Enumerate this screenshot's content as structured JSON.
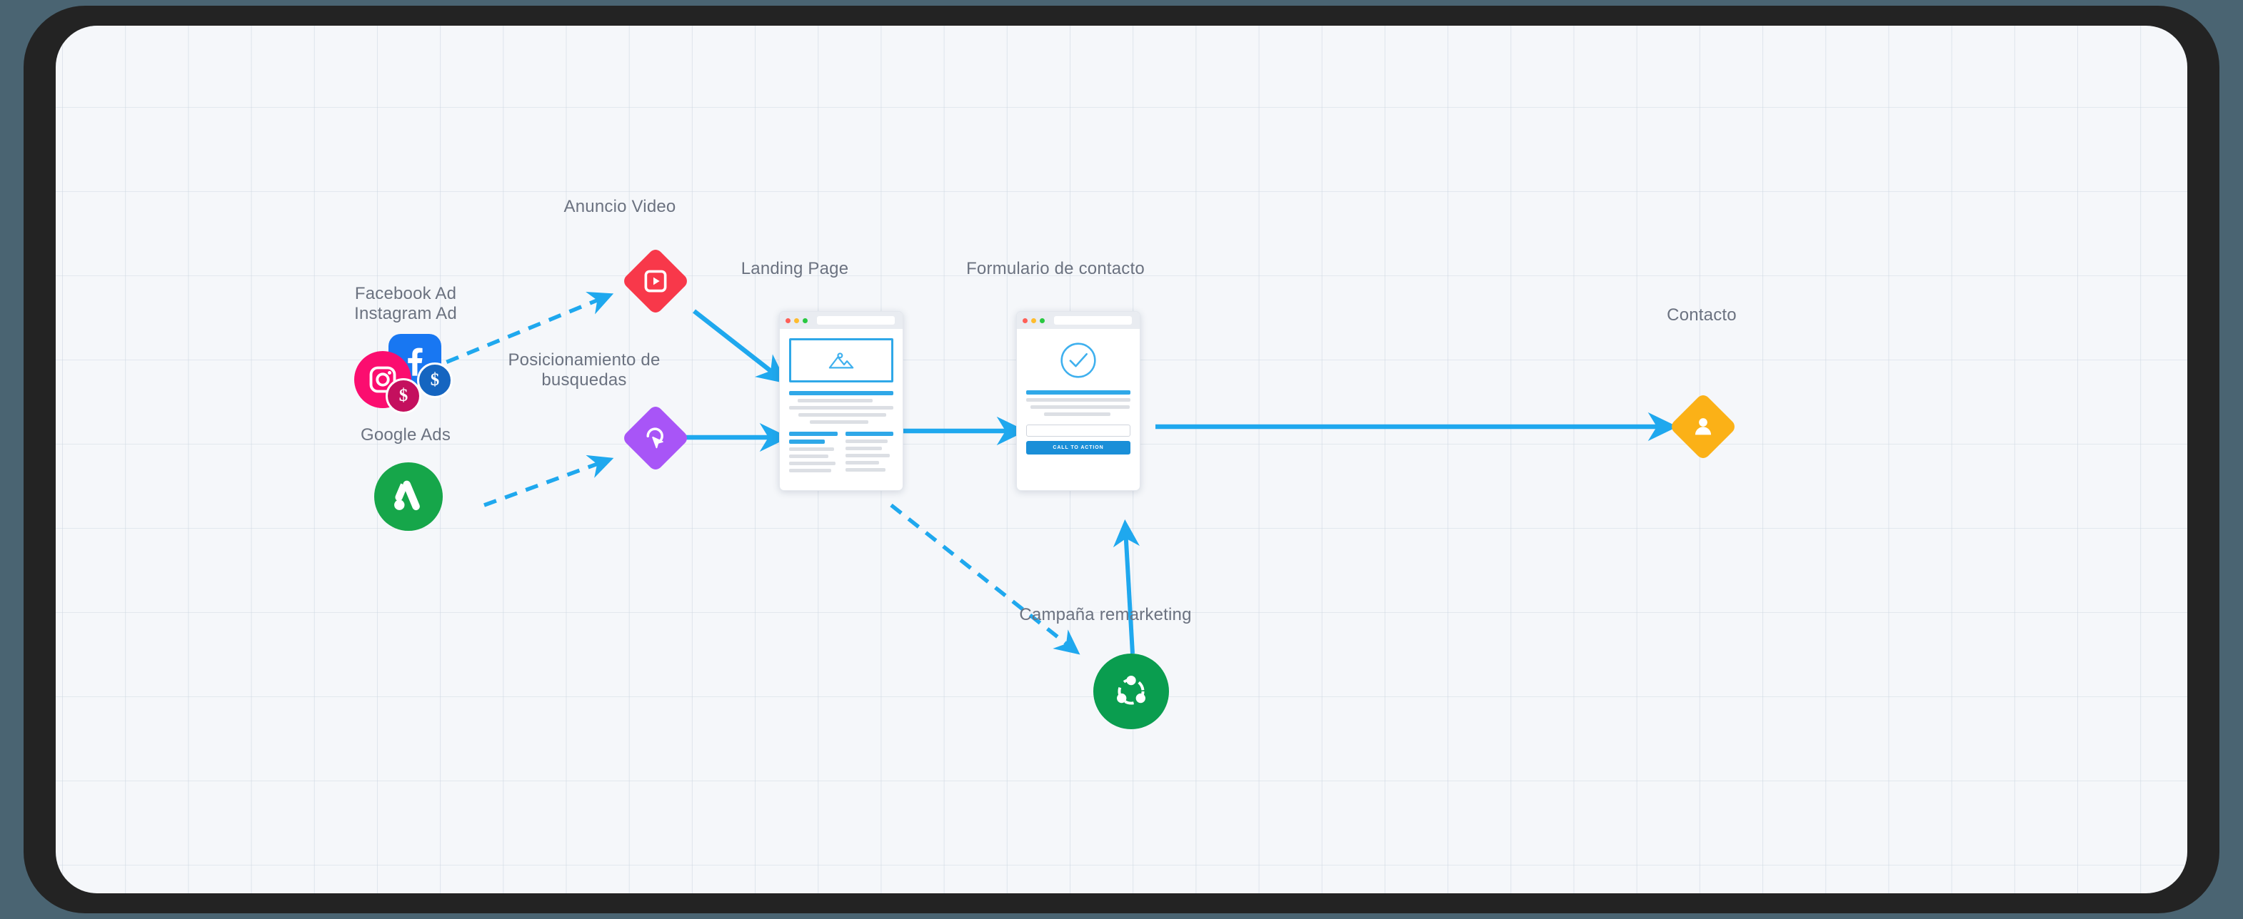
{
  "canvas": {
    "background_color": "#f5f7fa",
    "frame_color": "#232323",
    "outer_color": "#4a6472",
    "grid": true,
    "accent_color": "#1fa8ee"
  },
  "diagram": {
    "type": "flow-diagram",
    "title": "",
    "nodes": [
      {
        "id": "facebook-instagram-ad",
        "label": "Facebook Ad\nInstagram Ad",
        "label_line1": "Facebook Ad",
        "label_line2": "Instagram Ad",
        "icon": "facebook-instagram-paid-ads-icon",
        "colors": {
          "facebook": "#1877f2",
          "facebook_badge": "#1565c0",
          "instagram": "#fb0d6f",
          "instagram_badge": "#c4105e"
        }
      },
      {
        "id": "google-ads",
        "label": "Google Ads",
        "icon": "google-ads-icon",
        "colors": {
          "primary": "#16a64a"
        }
      },
      {
        "id": "anuncio-video",
        "label": "Anuncio Video",
        "icon": "video-play-icon",
        "colors": {
          "primary": "#f8384a"
        }
      },
      {
        "id": "posicionamiento-busquedas",
        "label": "Posicionamiento de busquedas",
        "label_line1": "Posicionamiento de",
        "label_line2": "busquedas",
        "icon": "cursor-click-icon",
        "colors": {
          "primary": "#a855f7"
        }
      },
      {
        "id": "landing-page",
        "label": "Landing Page",
        "icon": "browser-window-icon",
        "browser": {
          "cta_label": "",
          "dots": [
            "#ff5f57",
            "#febc2e",
            "#28c840"
          ]
        }
      },
      {
        "id": "formulario-contacto",
        "label": "Formulario de contacto",
        "icon": "browser-window-check-icon",
        "browser": {
          "cta_label": "CALL TO ACTION",
          "dots": [
            "#ff5f57",
            "#febc2e",
            "#28c840"
          ]
        }
      },
      {
        "id": "campana-remarketing",
        "label": "Campaña remarketing",
        "icon": "network-share-icon",
        "colors": {
          "primary": "#0a9d4f"
        }
      },
      {
        "id": "contacto",
        "label": "Contacto",
        "icon": "user-person-icon",
        "colors": {
          "primary": "#fbb117"
        }
      }
    ],
    "edges": [
      {
        "from": "facebook-instagram-ad",
        "to": "anuncio-video",
        "style": "dashed",
        "arrow": true
      },
      {
        "from": "google-ads",
        "to": "posicionamiento-busquedas",
        "style": "dashed",
        "arrow": true
      },
      {
        "from": "anuncio-video",
        "to": "landing-page",
        "style": "solid",
        "arrow": true
      },
      {
        "from": "posicionamiento-busquedas",
        "to": "landing-page",
        "style": "solid",
        "arrow": true
      },
      {
        "from": "landing-page",
        "to": "formulario-contacto",
        "style": "solid",
        "arrow": true
      },
      {
        "from": "landing-page",
        "to": "campana-remarketing",
        "style": "dashed",
        "arrow": true
      },
      {
        "from": "campana-remarketing",
        "to": "formulario-contacto",
        "style": "solid",
        "arrow": true
      },
      {
        "from": "formulario-contacto",
        "to": "contacto",
        "style": "solid",
        "arrow": true
      }
    ]
  }
}
